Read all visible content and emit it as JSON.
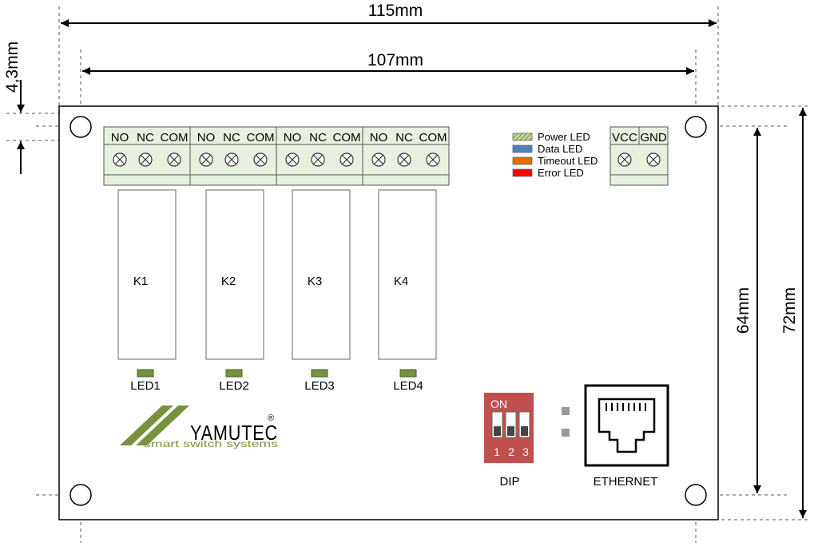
{
  "dimensions": {
    "outer_width": "115mm",
    "inner_width": "107mm",
    "edge_offset": "4,3mm",
    "inner_height": "64mm",
    "outer_height": "72mm"
  },
  "relay_terminals": {
    "labels": [
      "NO",
      "NC",
      "COM"
    ]
  },
  "relays": [
    {
      "name": "K1",
      "led": "LED1"
    },
    {
      "name": "K2",
      "led": "LED2"
    },
    {
      "name": "K3",
      "led": "LED3"
    },
    {
      "name": "K4",
      "led": "LED4"
    }
  ],
  "legend": [
    {
      "label": "Power LED",
      "color": "#9bbb59",
      "pattern": "hatched"
    },
    {
      "label": "Data LED",
      "color": "#4f81bd"
    },
    {
      "label": "Timeout LED",
      "color": "#e36c09"
    },
    {
      "label": "Error LED",
      "color": "#ff0000"
    }
  ],
  "power_terminal": {
    "labels": [
      "VCC",
      "GND"
    ]
  },
  "dip": {
    "on_label": "ON",
    "numbers": [
      "1",
      "2",
      "3"
    ],
    "caption": "DIP",
    "color": "#c0504d"
  },
  "ethernet": {
    "caption": "ETHERNET"
  },
  "logo": {
    "brand": "YAMUTEC",
    "registered": "®",
    "tagline": "smart switch systems",
    "color": "#76923c"
  },
  "colors": {
    "led_green": "#76923c",
    "terminal_fill": "#e8f0e0"
  }
}
